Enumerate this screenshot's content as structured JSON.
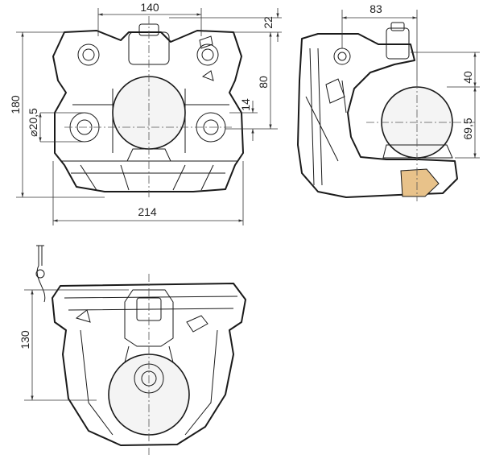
{
  "drawing": {
    "front_view": {
      "dimensions": {
        "width_top": "140",
        "offset_top": "22",
        "height_total": "180",
        "hole_diameter": "⌀20,5",
        "ball_height": "80",
        "offset_mid": "14",
        "width_total": "214"
      }
    },
    "side_view": {
      "dimensions": {
        "depth": "83",
        "upper_height": "40",
        "ball_center_height": "69,5"
      }
    },
    "bottom_view": {
      "dimensions": {
        "height": "130"
      }
    }
  }
}
